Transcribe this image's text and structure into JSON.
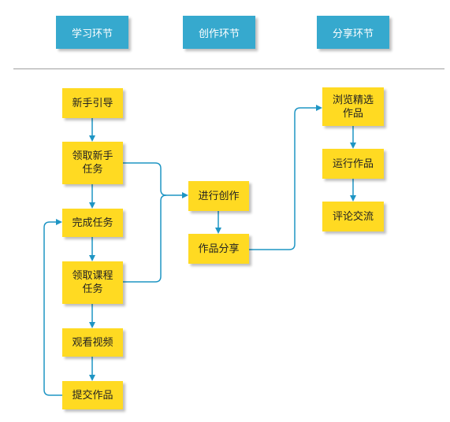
{
  "colors": {
    "header_fill": "#36A9CE",
    "node_fill": "#FFDA22",
    "connector": "#1E95C4",
    "divider": "#9E9E9E"
  },
  "headers": {
    "learning": "学习环节",
    "creation": "创作环节",
    "sharing": "分享环节"
  },
  "nodes": {
    "newbie_guide": "新手引导",
    "claim_newbie_task": "领取新手\n任务",
    "complete_task": "完成任务",
    "claim_course_task": "领取课程\n任务",
    "watch_video": "观看视频",
    "submit_work": "提交作品",
    "create": "进行创作",
    "share_work": "作品分享",
    "browse_featured": "浏览精选\n作品",
    "run_work": "运行作品",
    "comment_exchange": "评论交流"
  }
}
